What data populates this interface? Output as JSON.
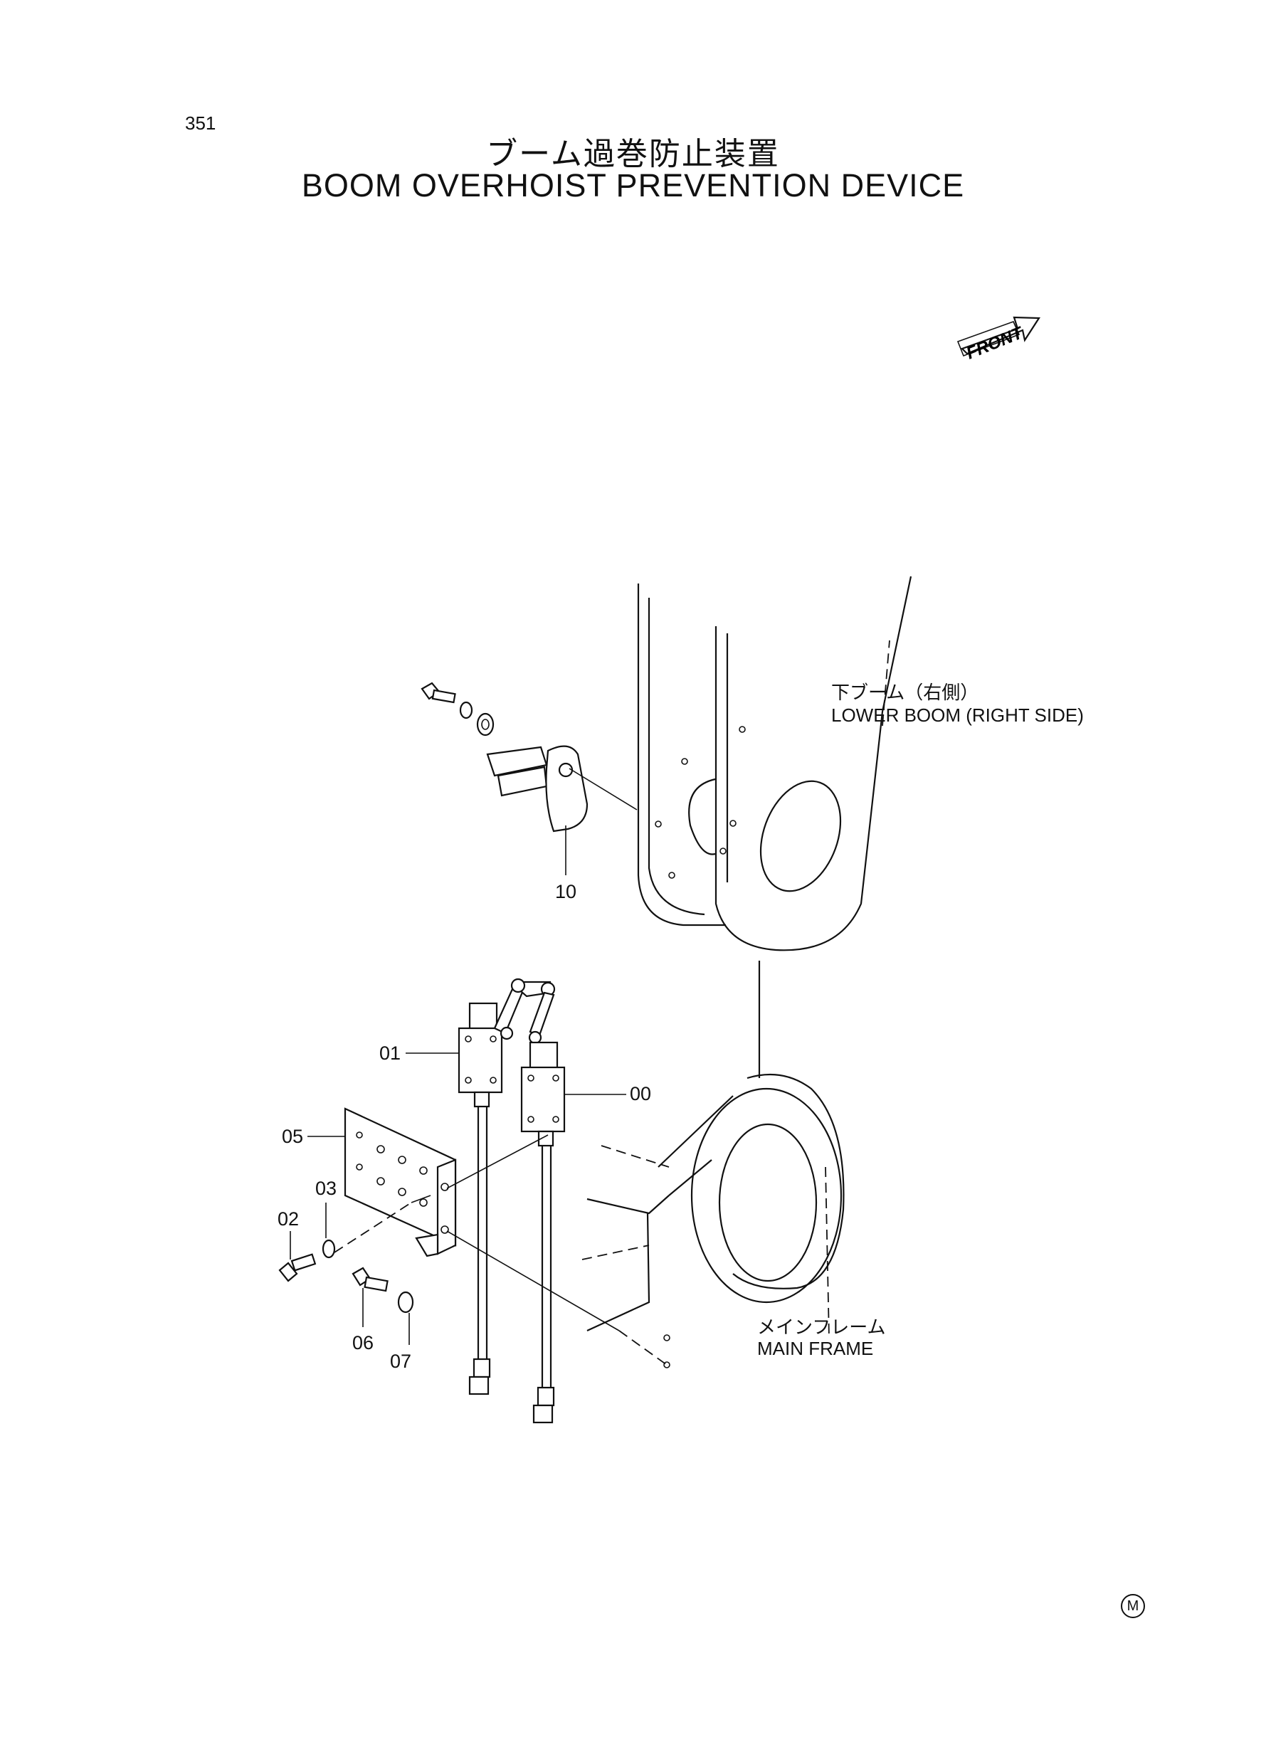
{
  "page_number": "351",
  "title_jp": "ブーム過巻防止装置",
  "title_en": "BOOM OVERHOIST PREVENTION DEVICE",
  "front_label": "FRONT",
  "callouts": {
    "lower_boom_jp": "下ブーム（右側）",
    "lower_boom_en": "LOWER BOOM (RIGHT SIDE)",
    "main_frame_jp": "メインフレーム",
    "main_frame_en": "MAIN FRAME"
  },
  "part_numbers": {
    "p00": "00",
    "p01": "01",
    "p02": "02",
    "p03": "03",
    "p05": "05",
    "p06": "06",
    "p07": "07",
    "p10": "10"
  },
  "corner_mark": "M"
}
